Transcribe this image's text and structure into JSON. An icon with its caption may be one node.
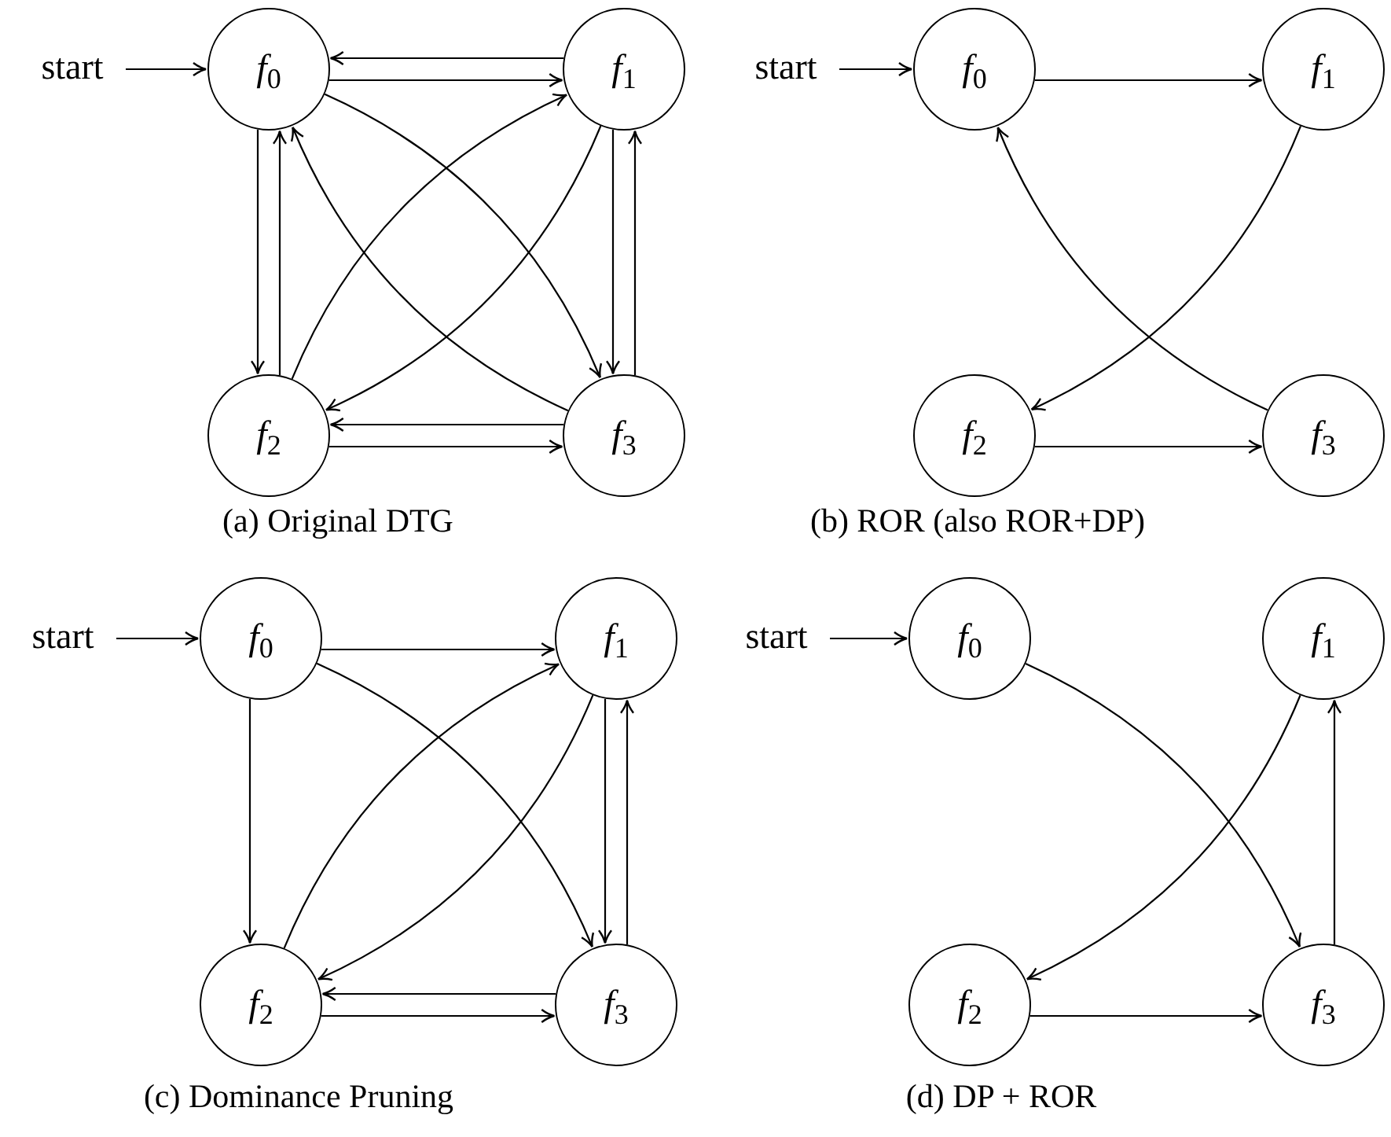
{
  "diagram": {
    "nodes": [
      {
        "text": [
          "start"
        ]
      },
      {
        "text": [
          "*f*$_{0}$"
        ]
      },
      {
        "text": [
          "*f*$_{1}$"
        ]
      },
      {
        "text": [
          "*f*$_{2}$"
        ]
      },
      {
        "text": [
          "*f*$_{3}$"
        ]
      },
      {
        "text": [
          "start"
        ]
      },
      {
        "text": [
          "*f*$_{0}$"
        ]
      },
      {
        "text": [
          "*f*$_{1}$"
        ]
      },
      {
        "text": [
          "*f*$_{2}$"
        ]
      },
      {
        "text": [
          "*f*$_{3}$"
        ]
      },
      {
        "text": [
          "start"
        ]
      },
      {
        "text": [
          "*f*$_{0}$"
        ]
      },
      {
        "text": [
          "*f*$_{1}$"
        ]
      },
      {
        "text": [
          "*f*$_{2}$"
        ]
      },
      {
        "text": [
          "*f*$_{3}$"
        ]
      },
      {
        "text": [
          "start"
        ]
      },
      {
        "text": [
          "*f*$_{0}$"
        ]
      },
      {
        "text": [
          "*f*$_{1}$"
        ]
      },
      {
        "text": [
          "*f*$_{2}$"
        ]
      },
      {
        "text": [
          "*f*$_{3}$"
        ]
      }
    ],
    "edges": [
      {
        "from": 0,
        "to": 1,
        "arrow": "to"
      },
      {
        "from": 2,
        "to": 1,
        "arrow": "to"
      },
      {
        "from": 1,
        "to": 2,
        "arrow": "to"
      },
      {
        "from": 1,
        "to": 4,
        "arrow": "to"
      },
      {
        "from": 3,
        "to": 2,
        "arrow": "to"
      },
      {
        "from": 2,
        "to": 3,
        "arrow": "to"
      },
      {
        "from": 4,
        "to": 1,
        "arrow": "to"
      },
      {
        "from": 1,
        "to": 3,
        "arrow": "to"
      },
      {
        "from": 3,
        "to": 1,
        "arrow": "to"
      },
      {
        "from": 2,
        "to": 4,
        "arrow": "to"
      },
      {
        "from": 4,
        "to": 2,
        "arrow": "to"
      },
      {
        "from": 4,
        "to": 3,
        "arrow": "to"
      },
      {
        "from": 3,
        "to": 4,
        "arrow": "to"
      },
      {
        "from": 5,
        "to": 6,
        "arrow": "to"
      },
      {
        "from": 6,
        "to": 7,
        "arrow": "to"
      },
      {
        "from": 7,
        "to": 8,
        "arrow": "to"
      },
      {
        "from": 9,
        "to": 6,
        "arrow": "to"
      },
      {
        "from": 8,
        "to": 9,
        "arrow": "to"
      },
      {
        "from": 10,
        "to": 11,
        "arrow": "to"
      },
      {
        "from": 11,
        "to": 12,
        "arrow": "to"
      },
      {
        "from": 11,
        "to": 14,
        "arrow": "to"
      },
      {
        "from": 13,
        "to": 12,
        "arrow": "to"
      },
      {
        "from": 12,
        "to": 13,
        "arrow": "to"
      },
      {
        "from": 11,
        "to": 13,
        "arrow": "to"
      },
      {
        "from": 12,
        "to": 14,
        "arrow": "to"
      },
      {
        "from": 14,
        "to": 12,
        "arrow": "to"
      },
      {
        "from": 14,
        "to": 13,
        "arrow": "to"
      },
      {
        "from": 13,
        "to": 14,
        "arrow": "to"
      },
      {
        "from": 15,
        "to": 16,
        "arrow": "to"
      },
      {
        "from": 16,
        "to": 19,
        "arrow": "to"
      },
      {
        "from": 17,
        "to": 18,
        "arrow": "to"
      },
      {
        "from": 19,
        "to": 17,
        "arrow": "to"
      },
      {
        "from": 18,
        "to": 19,
        "arrow": "to"
      }
    ],
    "labels": [
      "(a) Original DTG",
      "(b) ROR (also ROR+DP)",
      "(c) Dominance Pruning",
      "(d) DP + ROR"
    ]
  }
}
